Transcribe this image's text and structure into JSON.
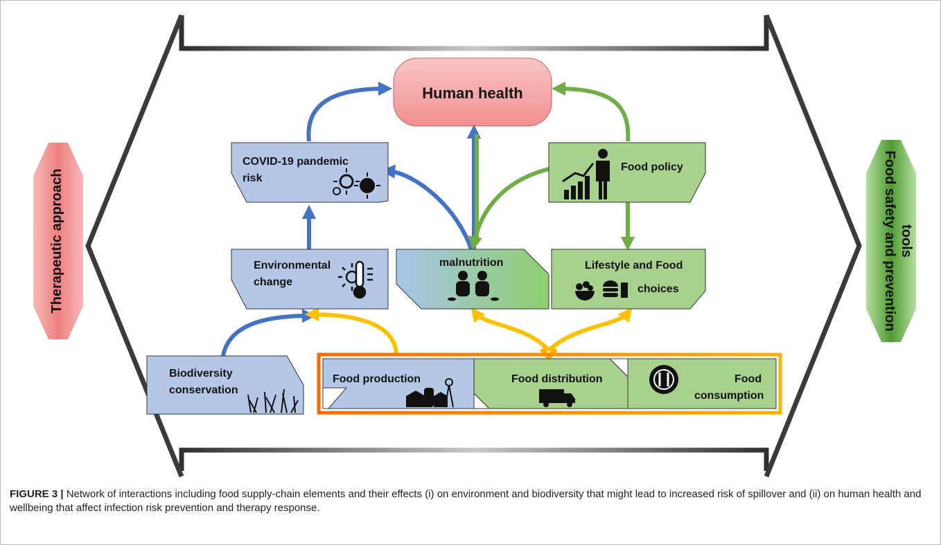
{
  "diagram": {
    "title": "Human health",
    "side_left": "Therapeutic approach",
    "side_right": [
      "Food safety and prevention",
      "tools"
    ],
    "nodes": {
      "covid": [
        "COVID-19 pandemic",
        "risk"
      ],
      "environment": [
        "Environmental",
        "change"
      ],
      "biodiversity": [
        "Biodiversity",
        "conservation"
      ],
      "malnutrition": "malnutrition",
      "lifestyle": [
        "Lifestyle and Food",
        "choices"
      ],
      "policy": "Food policy",
      "production": "Food production",
      "distribution": "Food distribution",
      "consumption": [
        "Food",
        "consumption"
      ]
    },
    "icons": {
      "covid": "virus-icon",
      "environment": "thermometer-sun-icon",
      "biodiversity": "plants-icon",
      "malnutrition": "hungry-children-icon",
      "lifestyle": "food-icon",
      "policy": "growth-chart-person-icon",
      "production": "farm-icon",
      "distribution": "truck-icon",
      "consumption": "plate-cutlery-icon"
    },
    "colors": {
      "blue_box": "#b4c7e7",
      "green_box": "#a9d18e",
      "blue_arrow": "#4472c4",
      "green_arrow": "#70ad47",
      "orange_arrow": "#ffc000",
      "health_fill": "#f4a7a7",
      "side_left_fill": "#f08b8b",
      "side_right_fill": "#5aa33a"
    }
  },
  "caption": {
    "label": "FIGURE 3 |",
    "text": " Network of interactions including food supply-chain elements and their effects (i) on environment and biodiversity that might lead to increased risk of spillover and (ii) on human health and wellbeing that affect infection risk prevention and therapy response."
  }
}
